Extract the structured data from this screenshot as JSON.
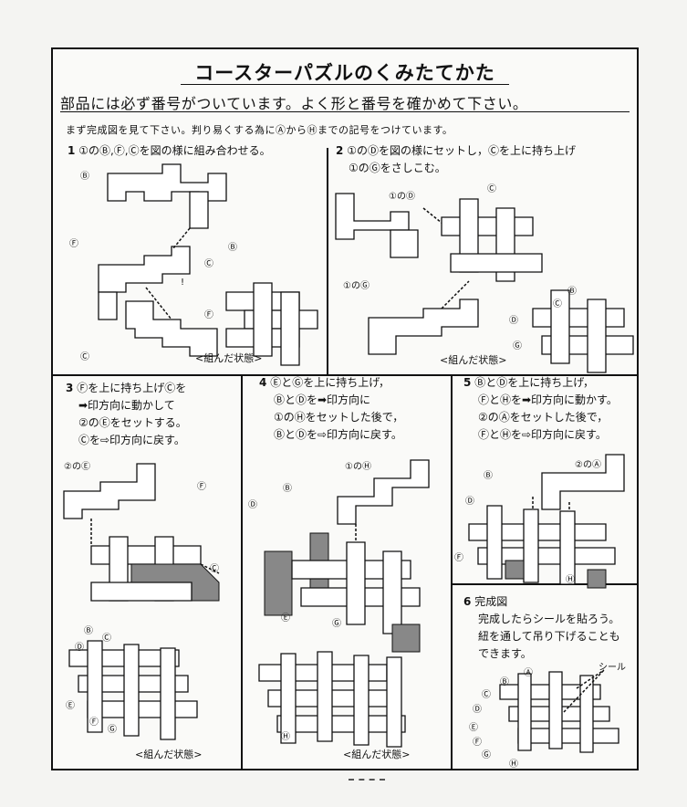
{
  "title": "コースターパズルのくみたてかた",
  "subtitle": "部品には必ず番号がついています。よく形と番号を確かめて下さい。",
  "intro": "まず完成図を見て下さい。判り易くする為にⒶからⒽまでの記号をつけています。",
  "steps": [
    {
      "num": "1",
      "lines": [
        "①のⒷ,Ⓕ,Ⓒを図の様に組み合わせる。"
      ],
      "caption": "<組んだ状態>"
    },
    {
      "num": "2",
      "lines": [
        "①のⒹを図の様にセットし，Ⓒを上に持ち上げ",
        "①のⒼをさしこむ。"
      ],
      "caption": "<組んだ状態>"
    },
    {
      "num": "3",
      "lines": [
        "Ⓕを上に持ち上げⒸを",
        "➡印方向に動かして",
        "②のⒺをセットする。",
        "Ⓒを⇨印方向に戻す。"
      ],
      "caption": "<組んだ状態>"
    },
    {
      "num": "4",
      "lines": [
        "ⒺとⒼを上に持ち上げ，",
        "ⒷとⒹを➡印方向に",
        "①のⒽをセットした後で，",
        "ⒷとⒹを⇨印方向に戻す。"
      ],
      "caption": "<組んだ状態>"
    },
    {
      "num": "5",
      "lines": [
        "ⒷとⒹを上に持ち上げ，",
        "ⒻとⒽを➡印方向に動かす。",
        "②のⒶをセットした後で，",
        "ⒻとⒽを⇨印方向に戻す。"
      ],
      "caption": ""
    },
    {
      "num": "6",
      "lines": [
        "完成図",
        "完成したらシールを貼ろう。",
        "紐を通して吊り下げることも",
        "できます。"
      ],
      "caption": ""
    }
  ],
  "labels": {
    "s1": [
      "Ⓑ",
      "Ⓕ",
      "Ⓒ",
      "Ⓒ",
      "Ⓑ",
      "Ⓕ",
      "!"
    ],
    "s2": [
      "①のⒹ",
      "①のⒼ",
      "Ⓒ",
      "Ⓑ",
      "Ⓓ",
      "Ⓒ",
      "Ⓖ"
    ],
    "s3": [
      "②のⒺ",
      "Ⓕ",
      "Ⓒ",
      "Ⓒ",
      "Ⓑ",
      "Ⓓ",
      "Ⓔ",
      "Ⓕ",
      "Ⓖ"
    ],
    "s4": [
      "①のⒽ",
      "Ⓑ",
      "Ⓓ",
      "Ⓔ",
      "Ⓖ",
      "Ⓗ"
    ],
    "s5": [
      "②のⒶ",
      "Ⓑ",
      "Ⓓ",
      "Ⓕ",
      "Ⓗ"
    ],
    "s6": [
      "Ⓐ",
      "Ⓑ",
      "Ⓒ",
      "Ⓓ",
      "Ⓔ",
      "Ⓕ",
      "Ⓖ",
      "Ⓗ",
      "シール"
    ]
  }
}
